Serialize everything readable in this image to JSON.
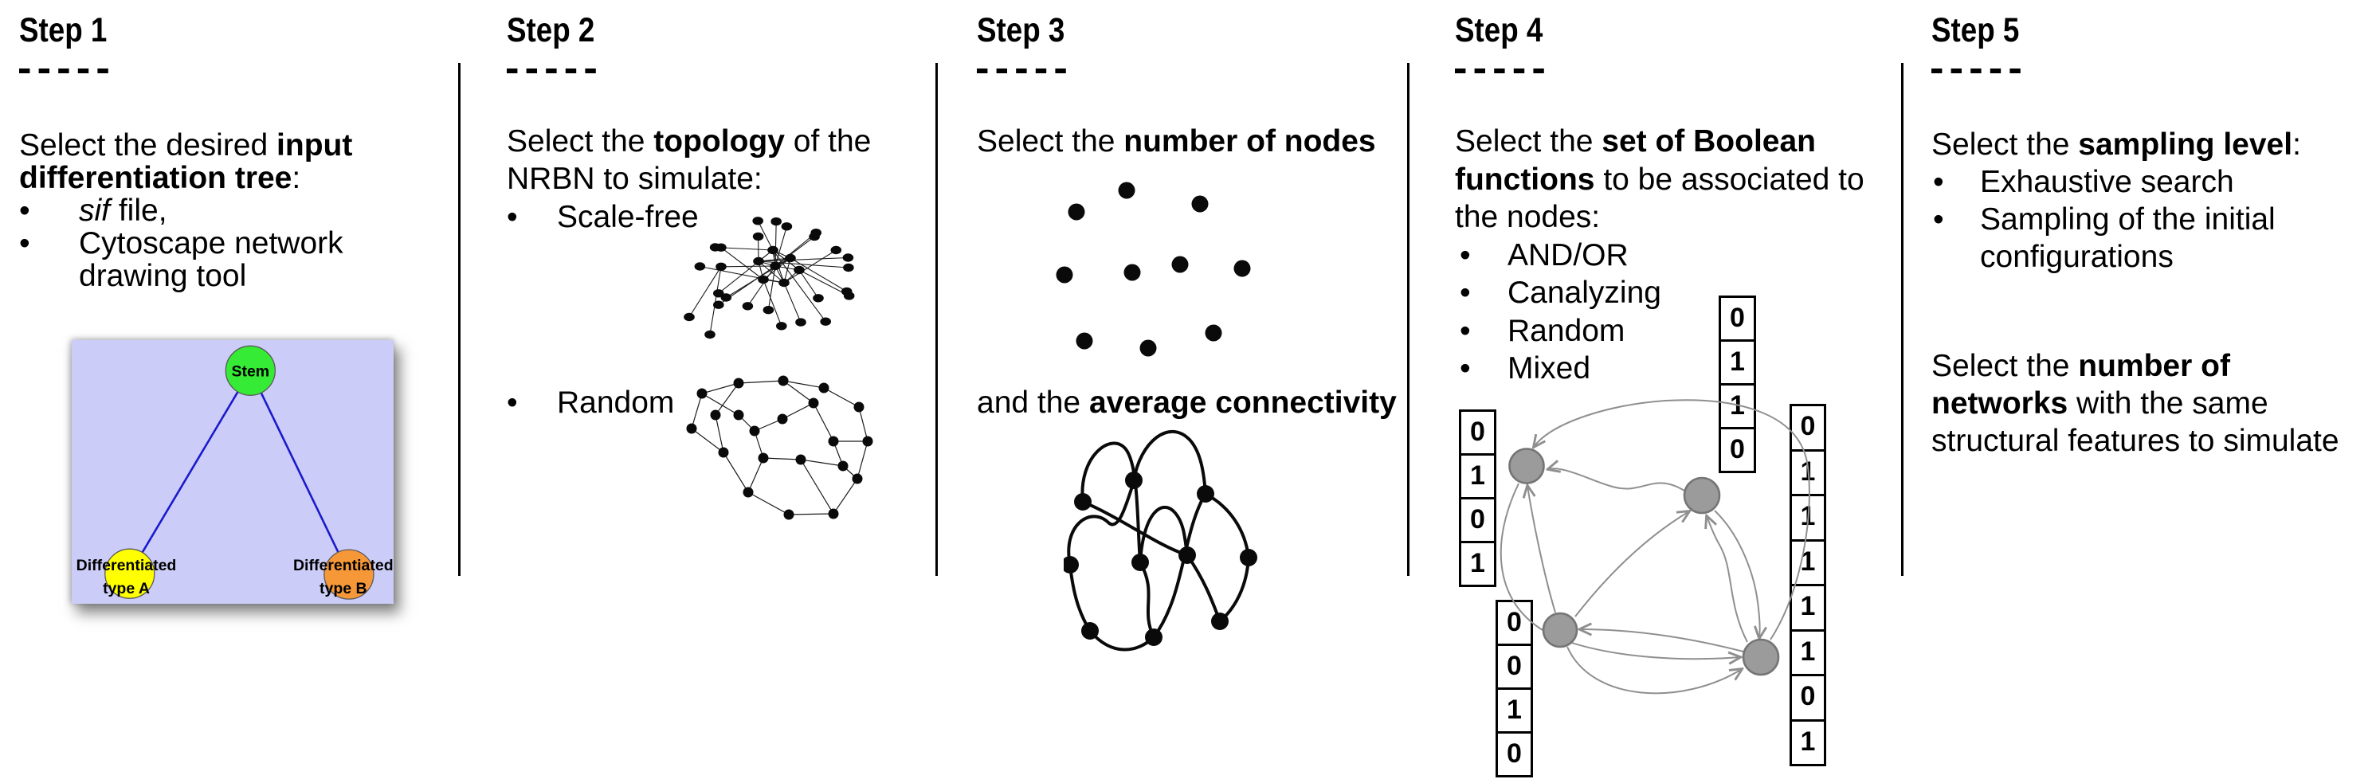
{
  "step1": {
    "heading": "Step 1",
    "dashes": "- - - - -",
    "bullet_char": "•",
    "intro": {
      "l1a": "Select the desired ",
      "l1b": "input",
      "l2a": "differentiation tree",
      "l2b": ":"
    },
    "bullets": {
      "b1a": "sif",
      "b1b": " file,",
      "b2": "Cytoscape network",
      "b2cont": "drawing tool"
    },
    "tree": {
      "background": "#CCCCF8",
      "edge_color": "#1A1ACC",
      "root_label": "Stem",
      "root_color": "#35EB35",
      "child_a_line1": "Differentiated",
      "child_a_line2": "type A",
      "child_a_color": "#FFFF00",
      "child_b_line1": "Differentiated",
      "child_b_line2": "type B",
      "child_b_color": "#F79838",
      "node_stroke": "#5A5A5A"
    }
  },
  "step2": {
    "heading": "Step 2",
    "dashes": "- - - - -",
    "bullet_char": "•",
    "intro": {
      "l1a": "Select the ",
      "l1b": "topology",
      "l1c": " of the",
      "l2": "NRBN to simulate:"
    },
    "bullets": {
      "b1": "Scale-free",
      "b2": "Random"
    }
  },
  "step3": {
    "heading": "Step 3",
    "dashes": "- - - - -",
    "line1": {
      "a": "Select the ",
      "b": "number of nodes"
    },
    "line2": {
      "a": "and the ",
      "b": "average connectivity"
    }
  },
  "step4": {
    "heading": "Step 4",
    "dashes": "- - - - -",
    "bullet_char": "•",
    "intro": {
      "l1a": "Select the ",
      "l1b": "set of Boolean",
      "l2a": "functions",
      "l2b": " to be associated to",
      "l3": "the nodes:"
    },
    "bullets": {
      "b1": "AND/OR",
      "b2": "Canalyzing",
      "b3": "Random",
      "b4": "Mixed"
    },
    "tables": {
      "left": {
        "values": [
          "0",
          "1",
          "0",
          "1"
        ]
      },
      "top": {
        "values": [
          "0",
          "1",
          "1",
          "0"
        ]
      },
      "bottom": {
        "values": [
          "0",
          "0",
          "1",
          "0"
        ]
      },
      "right": {
        "values": [
          "0",
          "1",
          "1",
          "1",
          "1",
          "1",
          "0",
          "1"
        ]
      }
    },
    "graph": {
      "node_fill": "#9B9B9B",
      "node_stroke": "#757575",
      "edge_color": "#8F8F8F"
    }
  },
  "step5": {
    "heading": "Step 5",
    "dashes": "- - - - -",
    "bullet_char": "•",
    "block1": {
      "l1a": "Select the ",
      "l1b": "sampling level",
      "l1c": ":",
      "b1": "Exhaustive search",
      "b2": "Sampling of the initial",
      "b2cont": "configurations"
    },
    "block2": {
      "l1a": "Select the ",
      "l1b": "number of",
      "l2a": "networks",
      "l2b": " with the same",
      "l3": "structural features to simulate"
    }
  }
}
